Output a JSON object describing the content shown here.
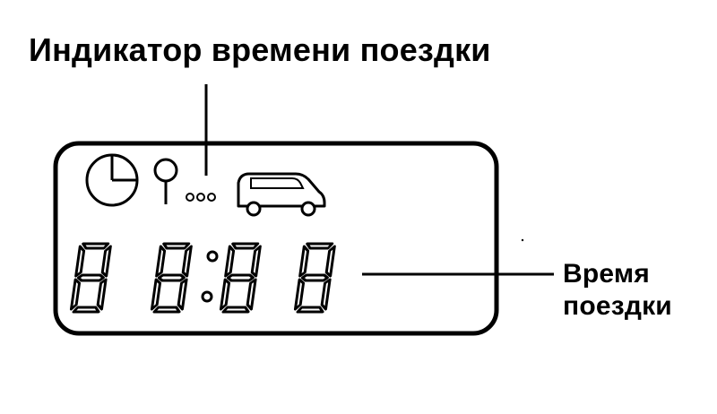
{
  "labels": {
    "trip_time_indicator": "Индикатор времени поездки",
    "trip_time_line1": "Время",
    "trip_time_line2": "поездки"
  },
  "display": {
    "digit_count": 4,
    "colon": true,
    "icons": [
      "clock-icon",
      "pin-icon",
      "dots-icon",
      "car-icon"
    ],
    "indicator_dots": 3
  }
}
